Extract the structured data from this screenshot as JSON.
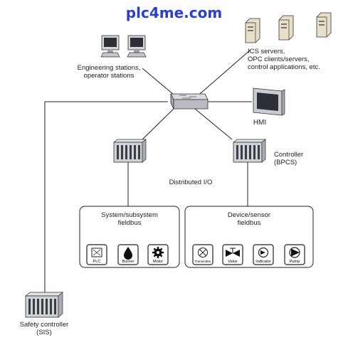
{
  "header": {
    "site": "plc4me.com"
  },
  "nodes": {
    "engineering": "Engineering stations,\noperator stations",
    "ics": "ICS servers,\nOPC clients/servers,\ncontrol applications, etc.",
    "hmi": "HMI",
    "controller": "Controller\n(BPCS)",
    "distributed_io": "Distributed I/O",
    "safety": "Safety controller\n(SIS)"
  },
  "fieldbus": {
    "left": {
      "title": "System/subsystem\nfieldbus",
      "devices": [
        "PLC",
        "Burner",
        "Motor"
      ]
    },
    "right": {
      "title": "Device/sensor\nfieldbus",
      "devices": [
        "Transmitter",
        "Valve",
        "Indicator",
        "Pump"
      ]
    }
  },
  "colors": {
    "title": "#2a3fd0",
    "lines": "#222222",
    "equipment": "#c8ccd2"
  }
}
